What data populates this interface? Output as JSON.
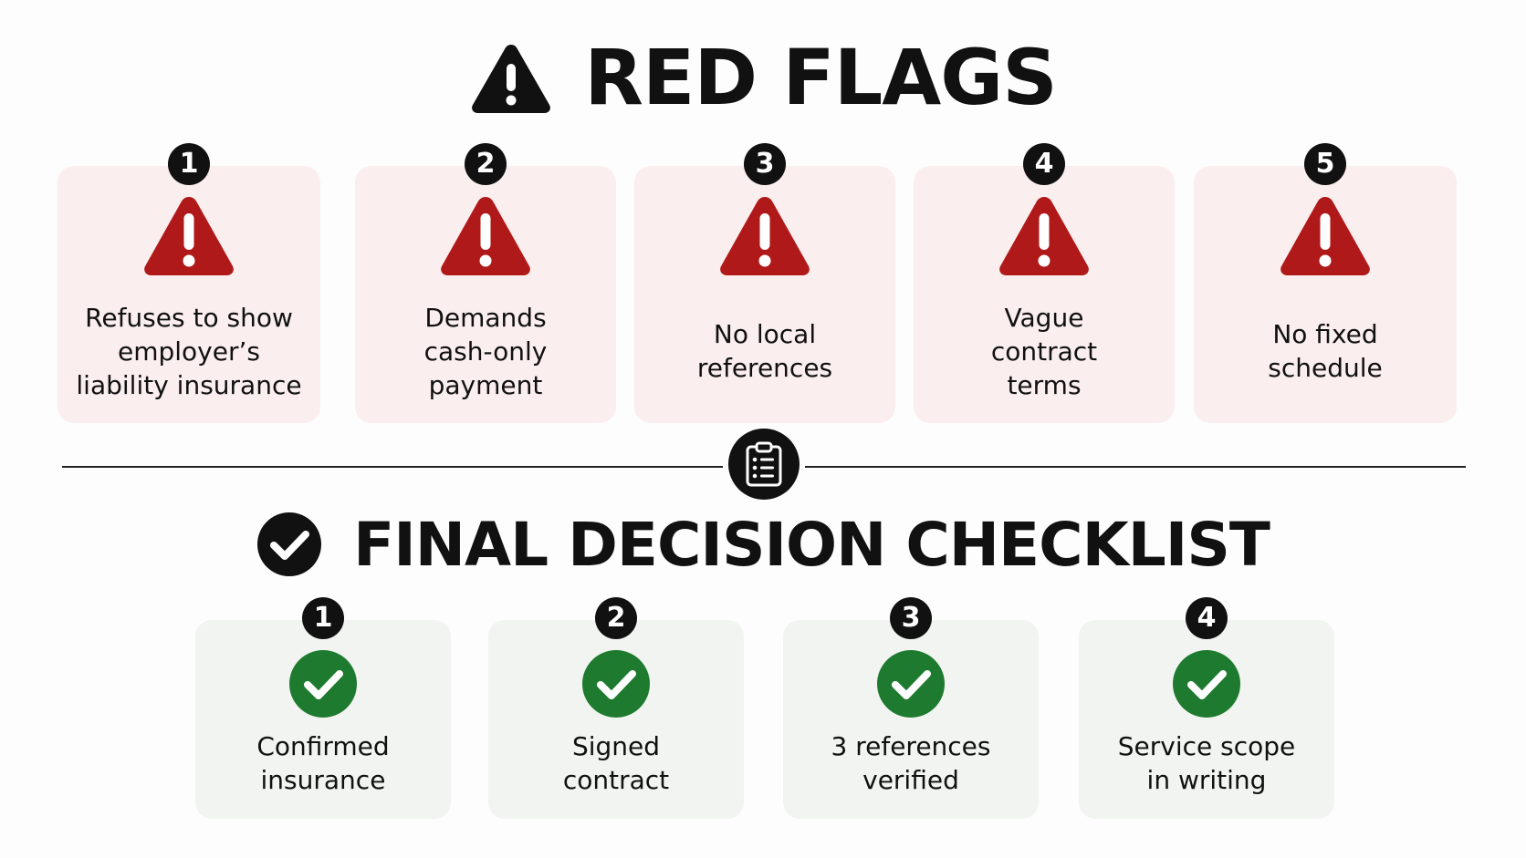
{
  "red_flags": {
    "title": "RED FLAGS",
    "title_icon": "warning-triangle-icon",
    "item_icon": "warning-triangle-icon",
    "accent_color": "#b01919",
    "card_color": "#fbeeee",
    "items": [
      {
        "number": "1",
        "text": "Refuses to show\nemployer’s\nliability insurance"
      },
      {
        "number": "2",
        "text": "Demands\ncash-only\npayment"
      },
      {
        "number": "3",
        "text": "No local\nreferences"
      },
      {
        "number": "4",
        "text": "Vague\ncontract\nterms"
      },
      {
        "number": "5",
        "text": "No fixed\nschedule"
      }
    ]
  },
  "divider": {
    "icon": "clipboard-list-icon"
  },
  "checklist": {
    "title": "FINAL DECISION CHECKLIST",
    "title_icon": "check-circle-icon",
    "item_icon": "check-circle-icon",
    "accent_color": "#1e7a2e",
    "card_color": "#f1f4f1",
    "items": [
      {
        "number": "1",
        "text": "Confirmed\ninsurance"
      },
      {
        "number": "2",
        "text": "Signed\ncontract"
      },
      {
        "number": "3",
        "text": "3 references\nverified"
      },
      {
        "number": "4",
        "text": "Service scope\nin writing"
      }
    ]
  }
}
